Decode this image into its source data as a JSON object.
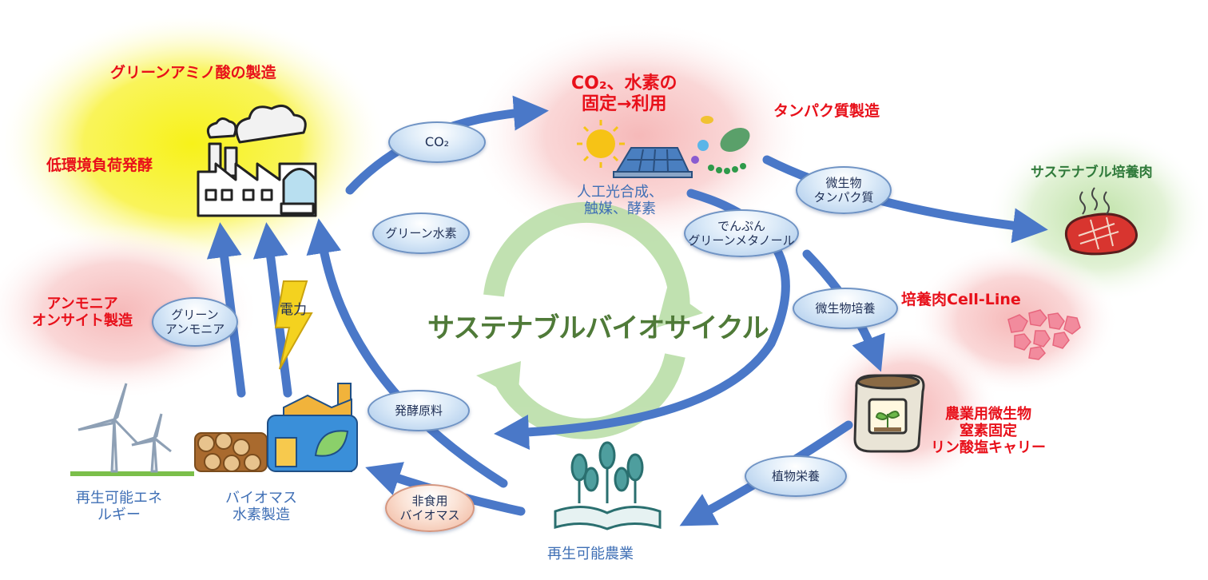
{
  "title": "サステナブルバイオサイクル",
  "left": {
    "green_amino": "グリーンアミノ酸の製造",
    "low_env": "低環境負荷発酵",
    "ammonia_onsite": [
      "アンモニア",
      "オンサイト製造"
    ],
    "electricity": "電力",
    "renewable_energy": [
      "再生可能エネ",
      "ルギー"
    ],
    "biomass_h2": [
      "バイオマス",
      "水素製造"
    ]
  },
  "top": {
    "fixation": [
      "CO₂、水素の",
      "固定→利用"
    ],
    "protein_mfg": "タンパク質製造",
    "artificial": [
      "人工光合成、",
      "触媒、酵素"
    ]
  },
  "right": {
    "cultured_meat": "サステナブル培養肉",
    "cell_line": "培養肉Cell-Line",
    "agri_micro": [
      "農業用微生物",
      "窒素固定",
      "リン酸塩キャリー"
    ]
  },
  "bottom": {
    "regen_agri": "再生可能農業"
  },
  "ovals": {
    "co2": "CO₂",
    "green_h2": "グリーン水素",
    "green_ammonia": [
      "グリーン",
      "アンモニア"
    ],
    "microbe_protein": [
      "微生物",
      "タンパク質"
    ],
    "starch_methanol": [
      "でんぷん",
      "グリーンメタノール"
    ],
    "microbe_culture": "微生物培養",
    "ferment_material": "発酵原料",
    "plant_nutrition": "植物栄養",
    "nonfood_biomass": [
      "非食用",
      "バイオマス"
    ]
  },
  "colors": {
    "label_red": "#e8101a",
    "label_blue": "#3f6fb5",
    "arrow_blue": "#4a78c8",
    "title_green": "#4f7a38",
    "glow_yellow": "#f7f21a"
  }
}
